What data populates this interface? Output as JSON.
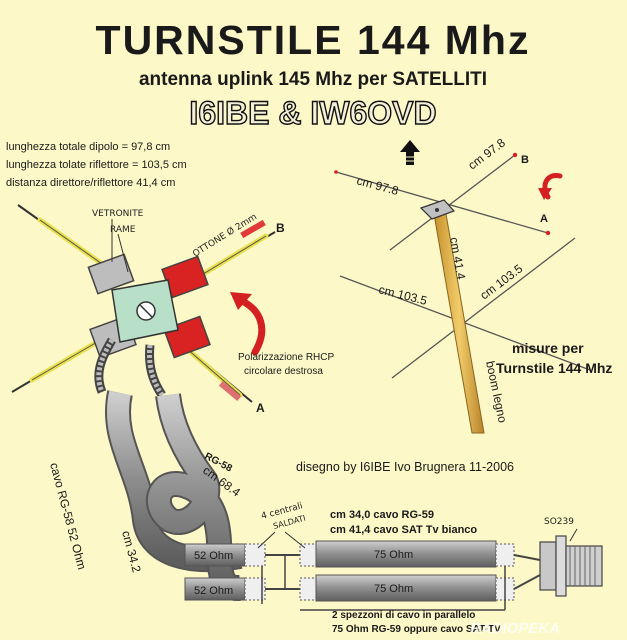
{
  "header": {
    "title": "TURNSTILE 144 Mhz",
    "subtitle": "antenna uplink 145 Mhz per SATELLITI",
    "authors": "I6IBE & IW6OVD"
  },
  "notes": {
    "line1": "lunghezza totale dipolo = 97,8 cm",
    "line2": "lunghezza tolate riflettore = 103,5 cm",
    "line3": "distanza direttore/riflettore 41,4 cm"
  },
  "left_labels": {
    "vetronite": "VETRONITE",
    "rame": "RAME",
    "ottone": "OTTONE Ø 2mm",
    "b": "B",
    "a": "A",
    "polarization_1": "Polarizzazione RHCP",
    "polarization_2": "circolare destrosa"
  },
  "right_labels": {
    "dipole_right": "cm 97.8",
    "dipole_left": "cm 97.8",
    "boom_length": "cm 41.4",
    "reflector_left": "cm 103.5",
    "reflector_right": "cm 103.5",
    "b": "B",
    "a": "A",
    "boom": "boom legno",
    "measures_1": "misure per",
    "measures_2": "Turnstile 144 Mhz"
  },
  "credit": "disegno by I6IBE Ivo Brugnera 11-2006",
  "cable": {
    "rg58_type": "RG-58",
    "rg58_length": "cm 68.4",
    "left_note_1": "cavo RG-58   52 Ohm",
    "left_note_2": "cm 34.2",
    "soldered_1": "4 centrali",
    "soldered_2": "SALDATI",
    "spec_1": "cm 34,0   cavo RG-59",
    "spec_2": "cm 41,4   cavo SAT Tv bianco",
    "connector": "SO239",
    "imp_52_top": "52 Ohm",
    "imp_52_bottom": "52 Ohm",
    "imp_75_top": "75 Ohm",
    "imp_75_bottom": "75 Ohm",
    "footer_1": "2 spezzoni di cavo in parallelo",
    "footer_2": "75 Ohm RG-59 oppure cavo SAT-TV"
  },
  "watermark": "RADIOPEKA",
  "colors": {
    "background": "#fcf8c7",
    "red": "#d42020",
    "yellow_rod": "#e8df4a",
    "boom": "#d8a93c",
    "cable": "#9a9a9a"
  }
}
